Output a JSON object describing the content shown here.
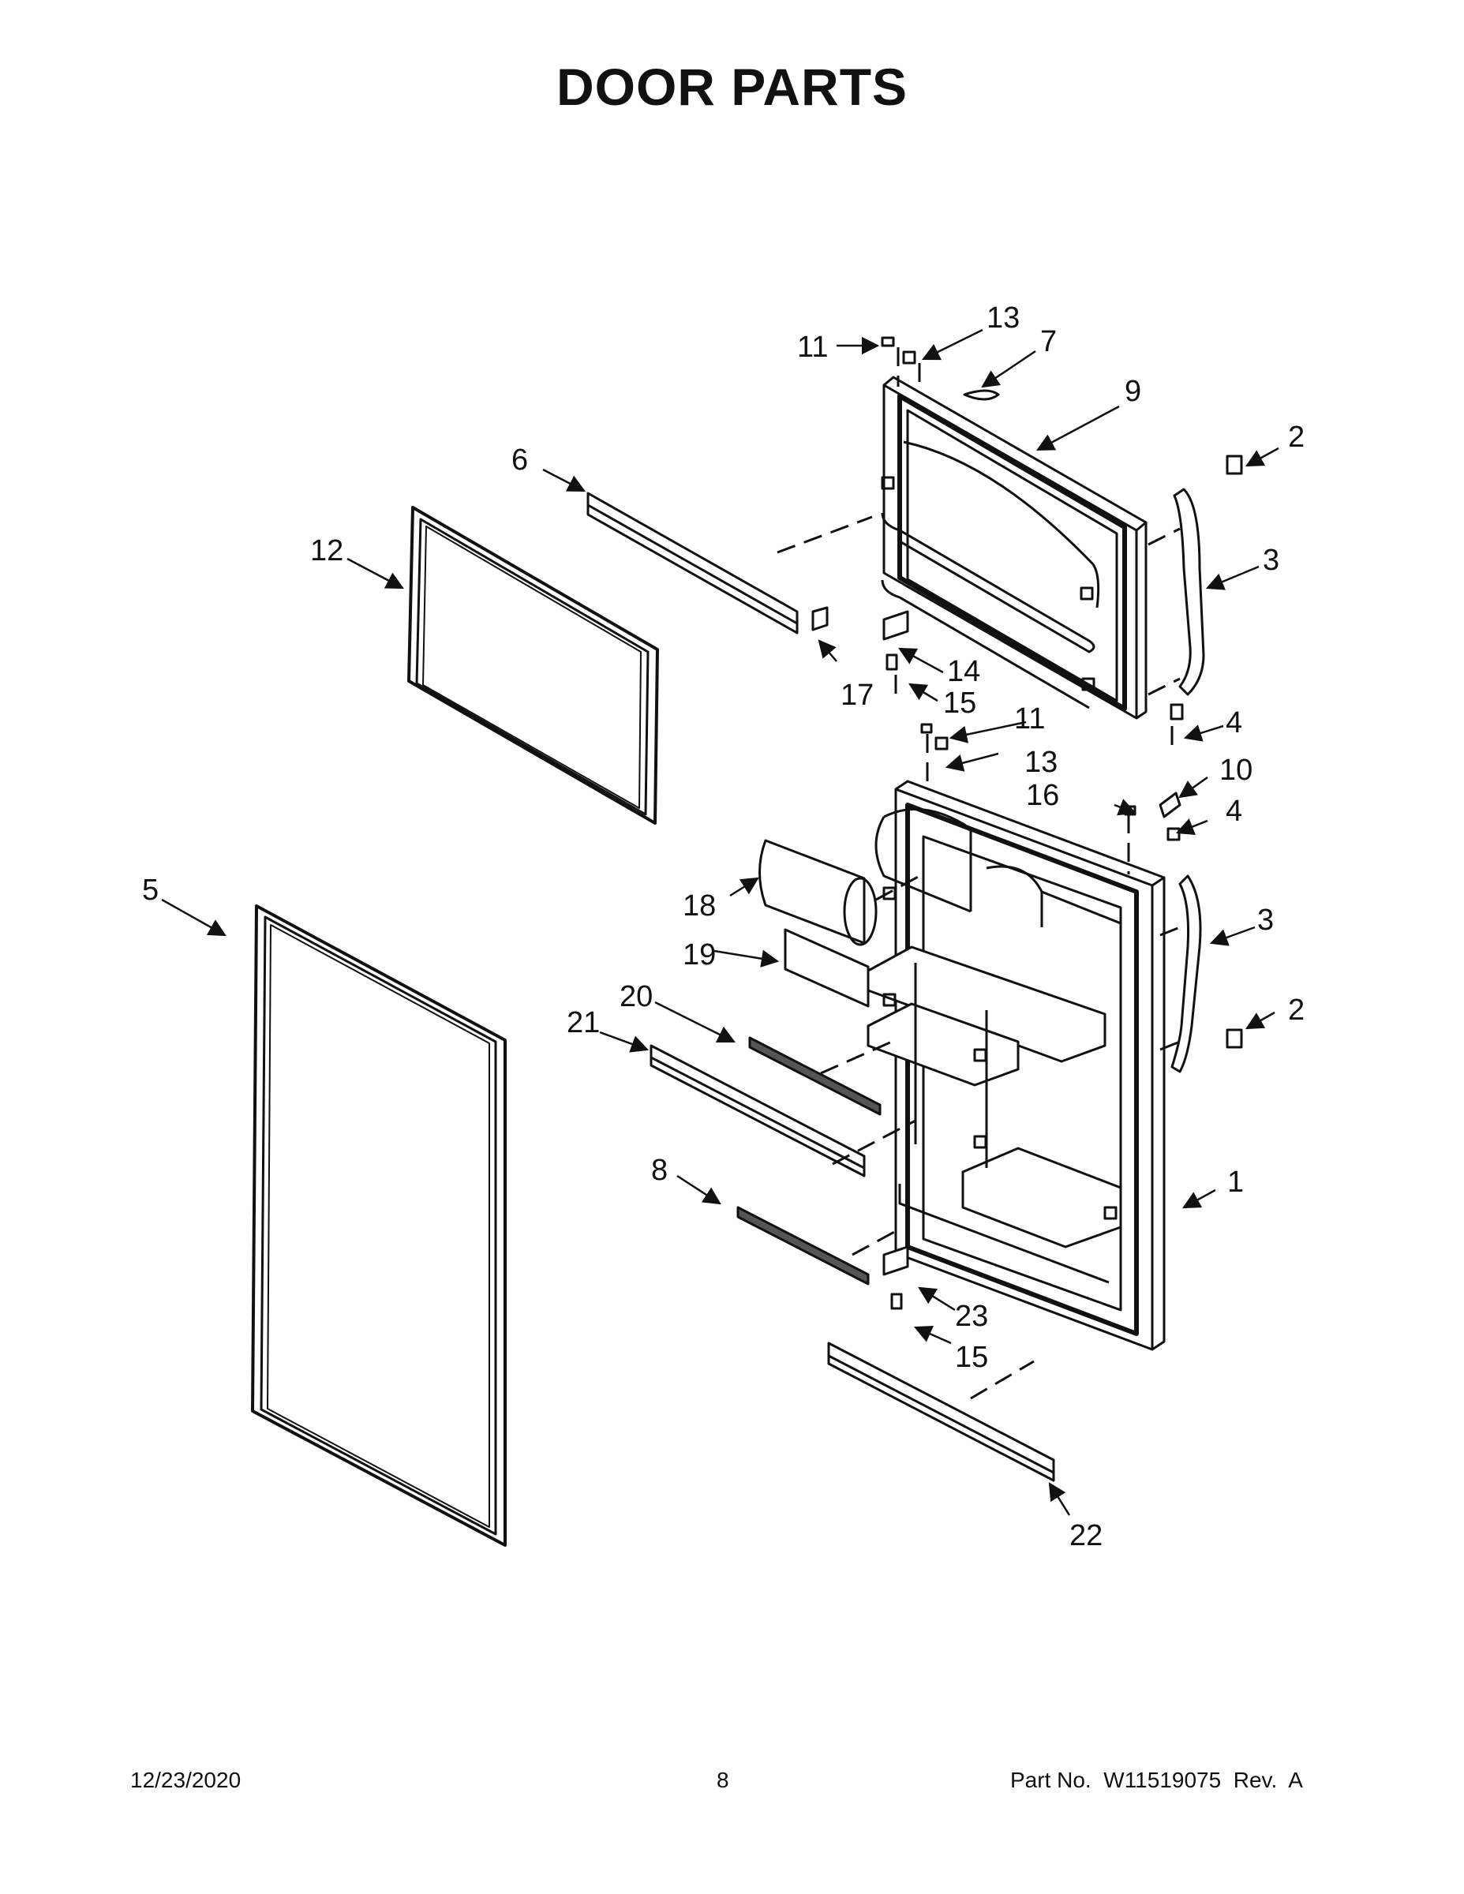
{
  "header": {
    "title": "DOOR PARTS"
  },
  "callouts": {
    "c1": "1",
    "c2a": "2",
    "c2b": "2",
    "c3a": "3",
    "c3b": "3",
    "c4a": "4",
    "c4b": "4",
    "c5": "5",
    "c6": "6",
    "c7": "7",
    "c8": "8",
    "c9": "9",
    "c10": "10",
    "c11a": "11",
    "c11b": "11",
    "c12": "12",
    "c13a": "13",
    "c13b": "13",
    "c14": "14",
    "c15a": "15",
    "c15b": "15",
    "c16": "16",
    "c17": "17",
    "c18": "18",
    "c19": "19",
    "c20": "20",
    "c21": "21",
    "c22": "22",
    "c23": "23"
  },
  "footer": {
    "date": "12/23/2020",
    "page": "8",
    "part_no": "Part No.  W11519075  Rev.  A"
  }
}
